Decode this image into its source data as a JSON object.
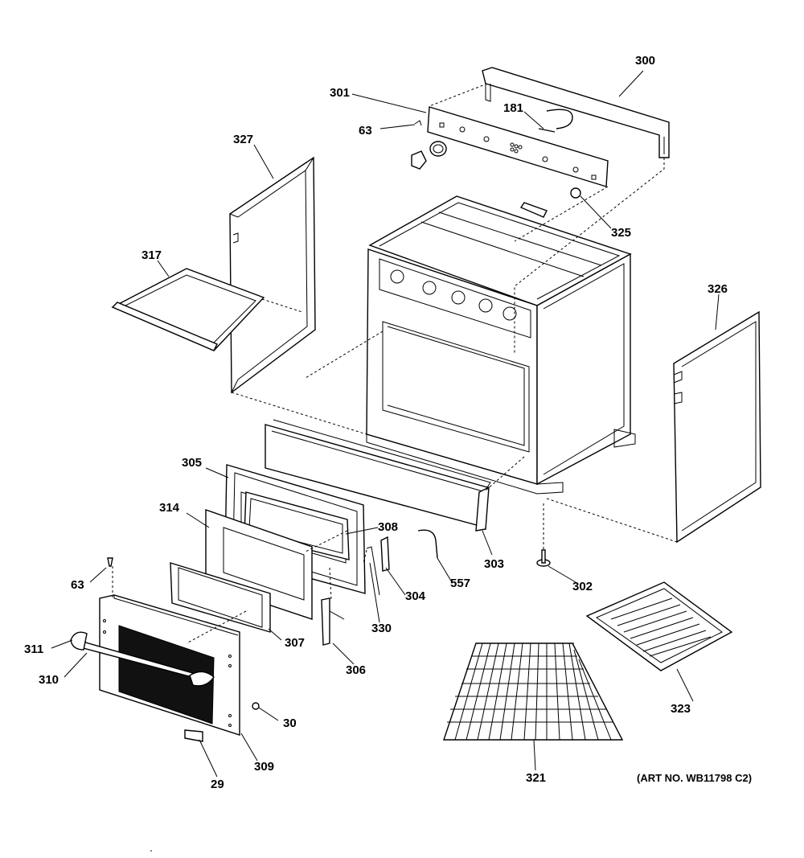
{
  "labels": {
    "p300": "300",
    "p301": "301",
    "p181": "181",
    "p63a": "63",
    "p325": "325",
    "p327": "327",
    "p317": "317",
    "p326": "326",
    "p305": "305",
    "p314": "314",
    "p308": "308",
    "p303": "303",
    "p557": "557",
    "p304": "304",
    "p302": "302",
    "p63b": "63",
    "p307": "307",
    "p330": "330",
    "p311": "311",
    "p310": "310",
    "p306": "306",
    "p323": "323",
    "p30": "30",
    "p309": "309",
    "p29": "29",
    "p321": "321"
  },
  "art_number": "(ART NO. WB11798 C2)"
}
